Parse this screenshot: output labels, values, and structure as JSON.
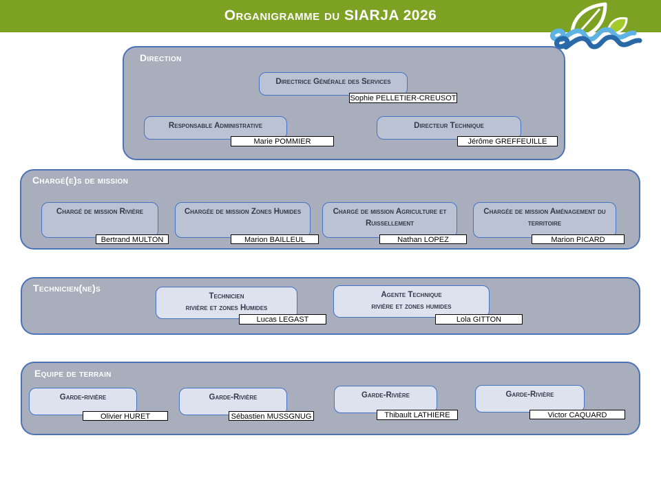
{
  "header": {
    "title": "Organigramme du SIARJA 2026"
  },
  "logo": {
    "description": "leaf-over-waves logo",
    "leaf_green": "#a4c92b",
    "wave_light_blue": "#5fb3e3",
    "wave_dark_blue": "#2a69a8"
  },
  "colors": {
    "header_green": "#7da122",
    "panel_gray_blue": "#a9aebc",
    "panel_border_blue": "#4a72b8",
    "box_border_blue": "#4472c4",
    "box_fill_dark": "#bac2d4",
    "box_fill_light": "#dde2ee"
  },
  "sections": [
    {
      "label": "Direction",
      "boxes": [
        {
          "title": "Directrice Générale des Services",
          "name": "Sophie PELLETIER-CREUSOT"
        },
        {
          "title": "Responsable Administrative",
          "name": "Marie POMMIER"
        },
        {
          "title": "Directeur Technique",
          "name": "Jérôme GREFFEUILLE"
        }
      ]
    },
    {
      "label": "Chargé(e)s de mission",
      "boxes": [
        {
          "title": "Chargé de mission Rivière",
          "name": "Bertrand MULTON"
        },
        {
          "title": "Chargée de mission Zones Humides",
          "name": "Marion BAILLEUL"
        },
        {
          "title": "Chargé de mission Agriculture et Ruissellement",
          "name": "Nathan LOPEZ"
        },
        {
          "title": "Chargée de mission Aménagement du territoire",
          "name": "Marion PICARD"
        }
      ]
    },
    {
      "label": "Technicien(ne)s",
      "boxes": [
        {
          "title": "Technicien",
          "subtitle": "rivière et zones Humides",
          "name": "Lucas LEGAST"
        },
        {
          "title": "Agente Technique",
          "subtitle": "rivière et zones humides",
          "name": "Lola GITTON"
        }
      ]
    },
    {
      "label": "Equipe de terrain",
      "boxes": [
        {
          "title": "Garde-rivière",
          "name": "Olivier HURET"
        },
        {
          "title": "Garde-Rivière",
          "name": "Sébastien MUSSGNUG"
        },
        {
          "title": "Garde-Rivière",
          "name": "Thibault LATHIERE"
        },
        {
          "title": "Garde-Rivière",
          "name": "Victor CAQUARD"
        }
      ]
    }
  ]
}
